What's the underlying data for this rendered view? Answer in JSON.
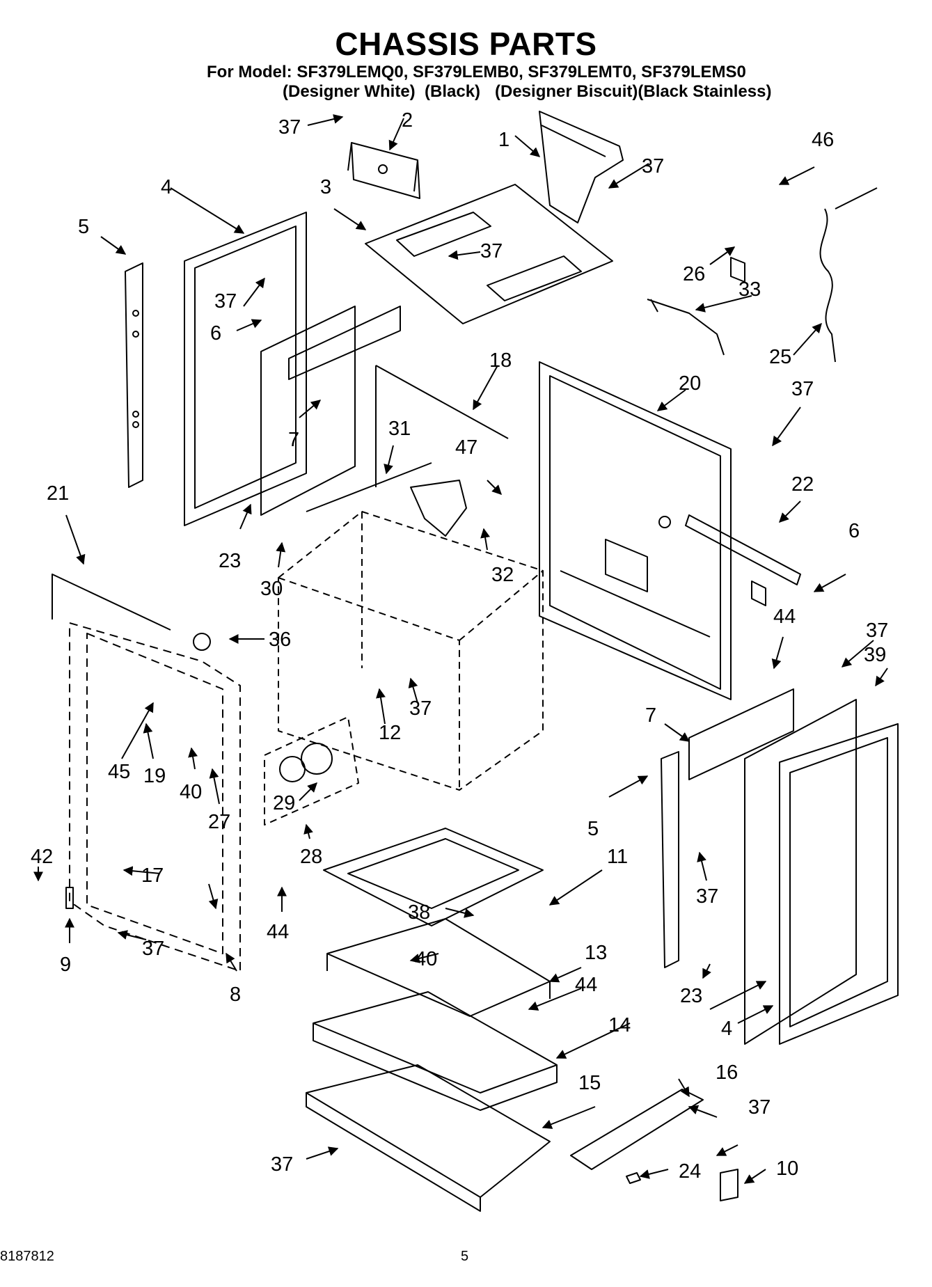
{
  "header": {
    "title": "CHASSIS PARTS",
    "model_line": "For Model: SF379LEMQ0, SF379LEMB0, SF379LEMT0, SF379LEMS0",
    "colors": [
      "(Designer White)",
      "(Black)",
      "(Designer Biscuit)(Black Stainless)"
    ]
  },
  "footer": {
    "doc_number": "8187812",
    "page_number": "5"
  },
  "callouts": [
    "37",
    "2",
    "1",
    "37",
    "46",
    "4",
    "3",
    "37",
    "5",
    "37",
    "26",
    "33",
    "6",
    "25",
    "7",
    "18",
    "20",
    "37",
    "31",
    "47",
    "22",
    "21",
    "23",
    "30",
    "32",
    "6",
    "36",
    "44",
    "37",
    "39",
    "37",
    "12",
    "7",
    "45",
    "19",
    "40",
    "27",
    "29",
    "5",
    "28",
    "37",
    "42",
    "17",
    "11",
    "44",
    "9",
    "37",
    "8",
    "38",
    "40",
    "13",
    "44",
    "23",
    "4",
    "14",
    "16",
    "15",
    "37",
    "37",
    "24",
    "10"
  ]
}
